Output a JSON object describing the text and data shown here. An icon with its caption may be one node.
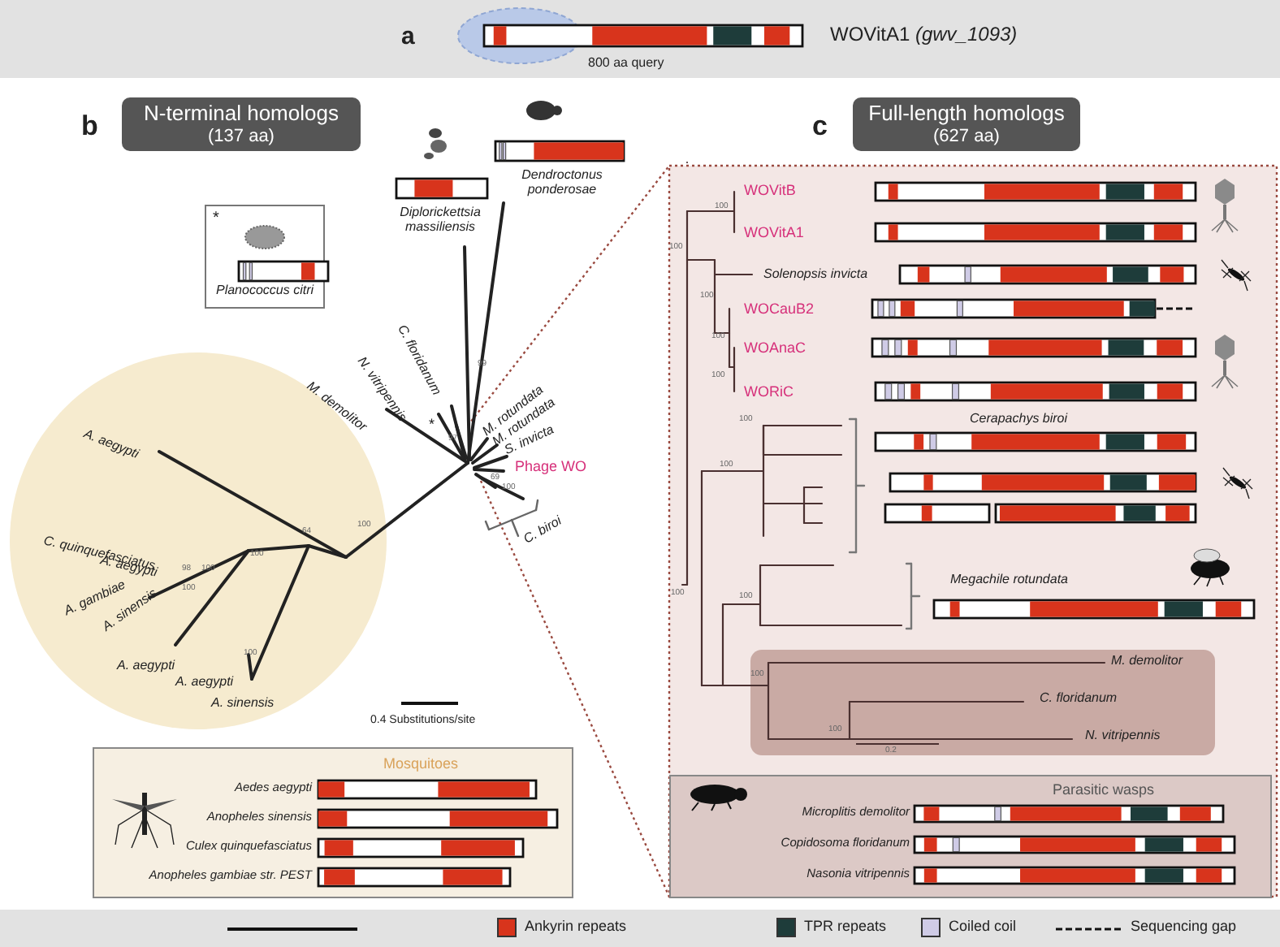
{
  "diagram": {
    "nodes": [
      {
        "text": [
          "N-terminal homologs",
          "(137 aa)"
        ],
        "beside": [
          "b"
        ]
      },
      {
        "text": [
          "Full-length homologs",
          "(627 aa)"
        ],
        "beside": [
          "c"
        ]
      },
      {
        "text": [
          "*",
          "Planococcus citri"
        ]
      },
      {
        "text": [
          "Mosquitoes",
          "Aedes aegypti",
          "Anopheles sinensis",
          "Culex quinquefasciatus",
          "Anopheles gambiae str. PEST"
        ]
      },
      {
        "text": [
          "M. demolitor",
          "C. floridanum",
          "N. vitripennis"
        ]
      },
      {
        "text": [
          "Parasitic wasps",
          "Microplitis demolitor",
          "Copidosoma floridanum",
          "Nasonia vitripennis"
        ]
      }
    ],
    "edges": [],
    "labels": [
      "a",
      "WOVitA1 *(gwv_1093)*",
      "800 aa query",
      "Diplorickettsia massiliensis",
      "Dendroctonus ponderosae",
      "C. floridanum",
      "N. vitripennis",
      "*",
      "M. demolitor",
      "99",
      "97",
      "M. rotundata",
      "M. rotundata",
      "S. invicta",
      "Phage WO",
      "69",
      "100",
      "C. biroi",
      "A. aegypti",
      "100",
      "64",
      "C. quinquefasciatus",
      "A. aegypti",
      "98",
      "100",
      "100",
      "100",
      "A. gambiae",
      "A. sinensis",
      "A. aegypti",
      "100",
      "A. aegypti",
      "A. sinensis",
      "0.4 Substitutions/site",
      "WOVitB",
      "WOVitA1",
      "Solenopsis invicta",
      "WOCauB2",
      "WOAnaC",
      "WORiC",
      "100",
      "100",
      "100",
      "100",
      "100",
      "Cerapachys biroi",
      "100",
      "100",
      "100",
      "Megachile rotundata",
      "100",
      "100",
      "100",
      "0.2"
    ],
    "legend": [
      {
        "text": "Ankyrin repeats",
        "color": "#d8341c"
      },
      {
        "text": "TPR repeats",
        "color": "#1e3c3a"
      },
      {
        "text": "Coiled coil",
        "color": "#cfcbe6"
      },
      {
        "text": "Sequencing gap"
      }
    ]
  }
}
